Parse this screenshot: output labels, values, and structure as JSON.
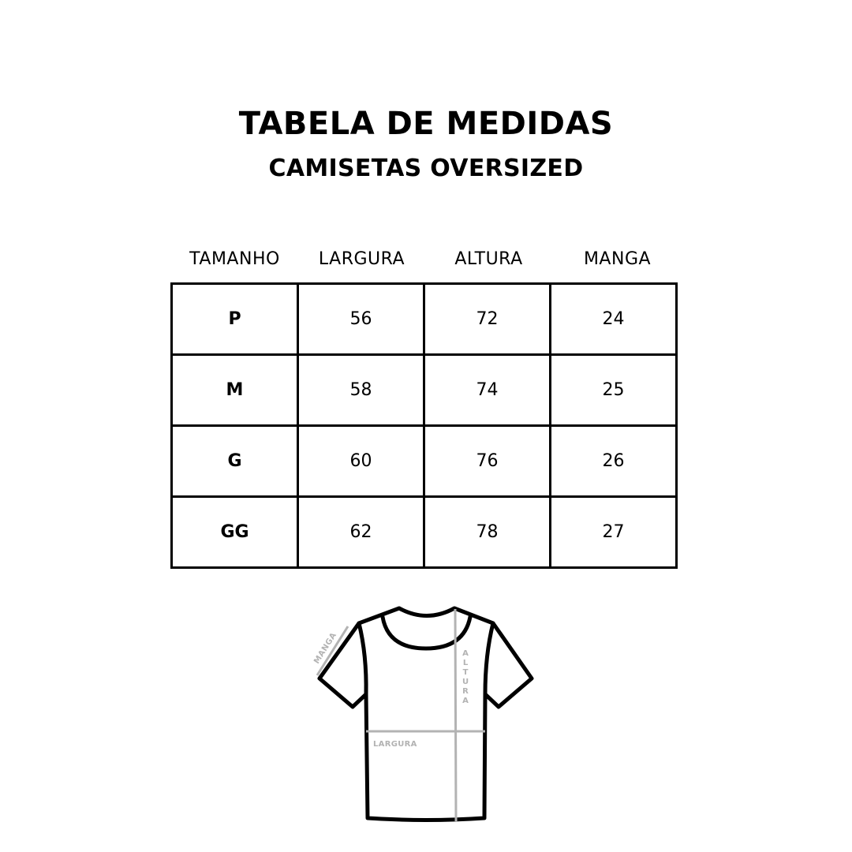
{
  "header": {
    "title": "TABELA DE MEDIDAS",
    "subtitle": "CAMISETAS OVERSIZED"
  },
  "table": {
    "columns": [
      "TAMANHO",
      "LARGURA",
      "ALTURA",
      "MANGA"
    ],
    "rows": [
      {
        "size": "P",
        "largura": "56",
        "altura": "72",
        "manga": "24"
      },
      {
        "size": "M",
        "largura": "58",
        "altura": "74",
        "manga": "25"
      },
      {
        "size": "G",
        "largura": "60",
        "altura": "76",
        "manga": "26"
      },
      {
        "size": "GG",
        "largura": "62",
        "altura": "78",
        "manga": "27"
      }
    ]
  },
  "diagram": {
    "manga_label": "MANGA",
    "altura_letters": [
      "A",
      "L",
      "T",
      "U",
      "R",
      "A"
    ],
    "largura_label": "LARGURA",
    "measure_color": "#b3b3b3",
    "outline_color": "#000000"
  }
}
